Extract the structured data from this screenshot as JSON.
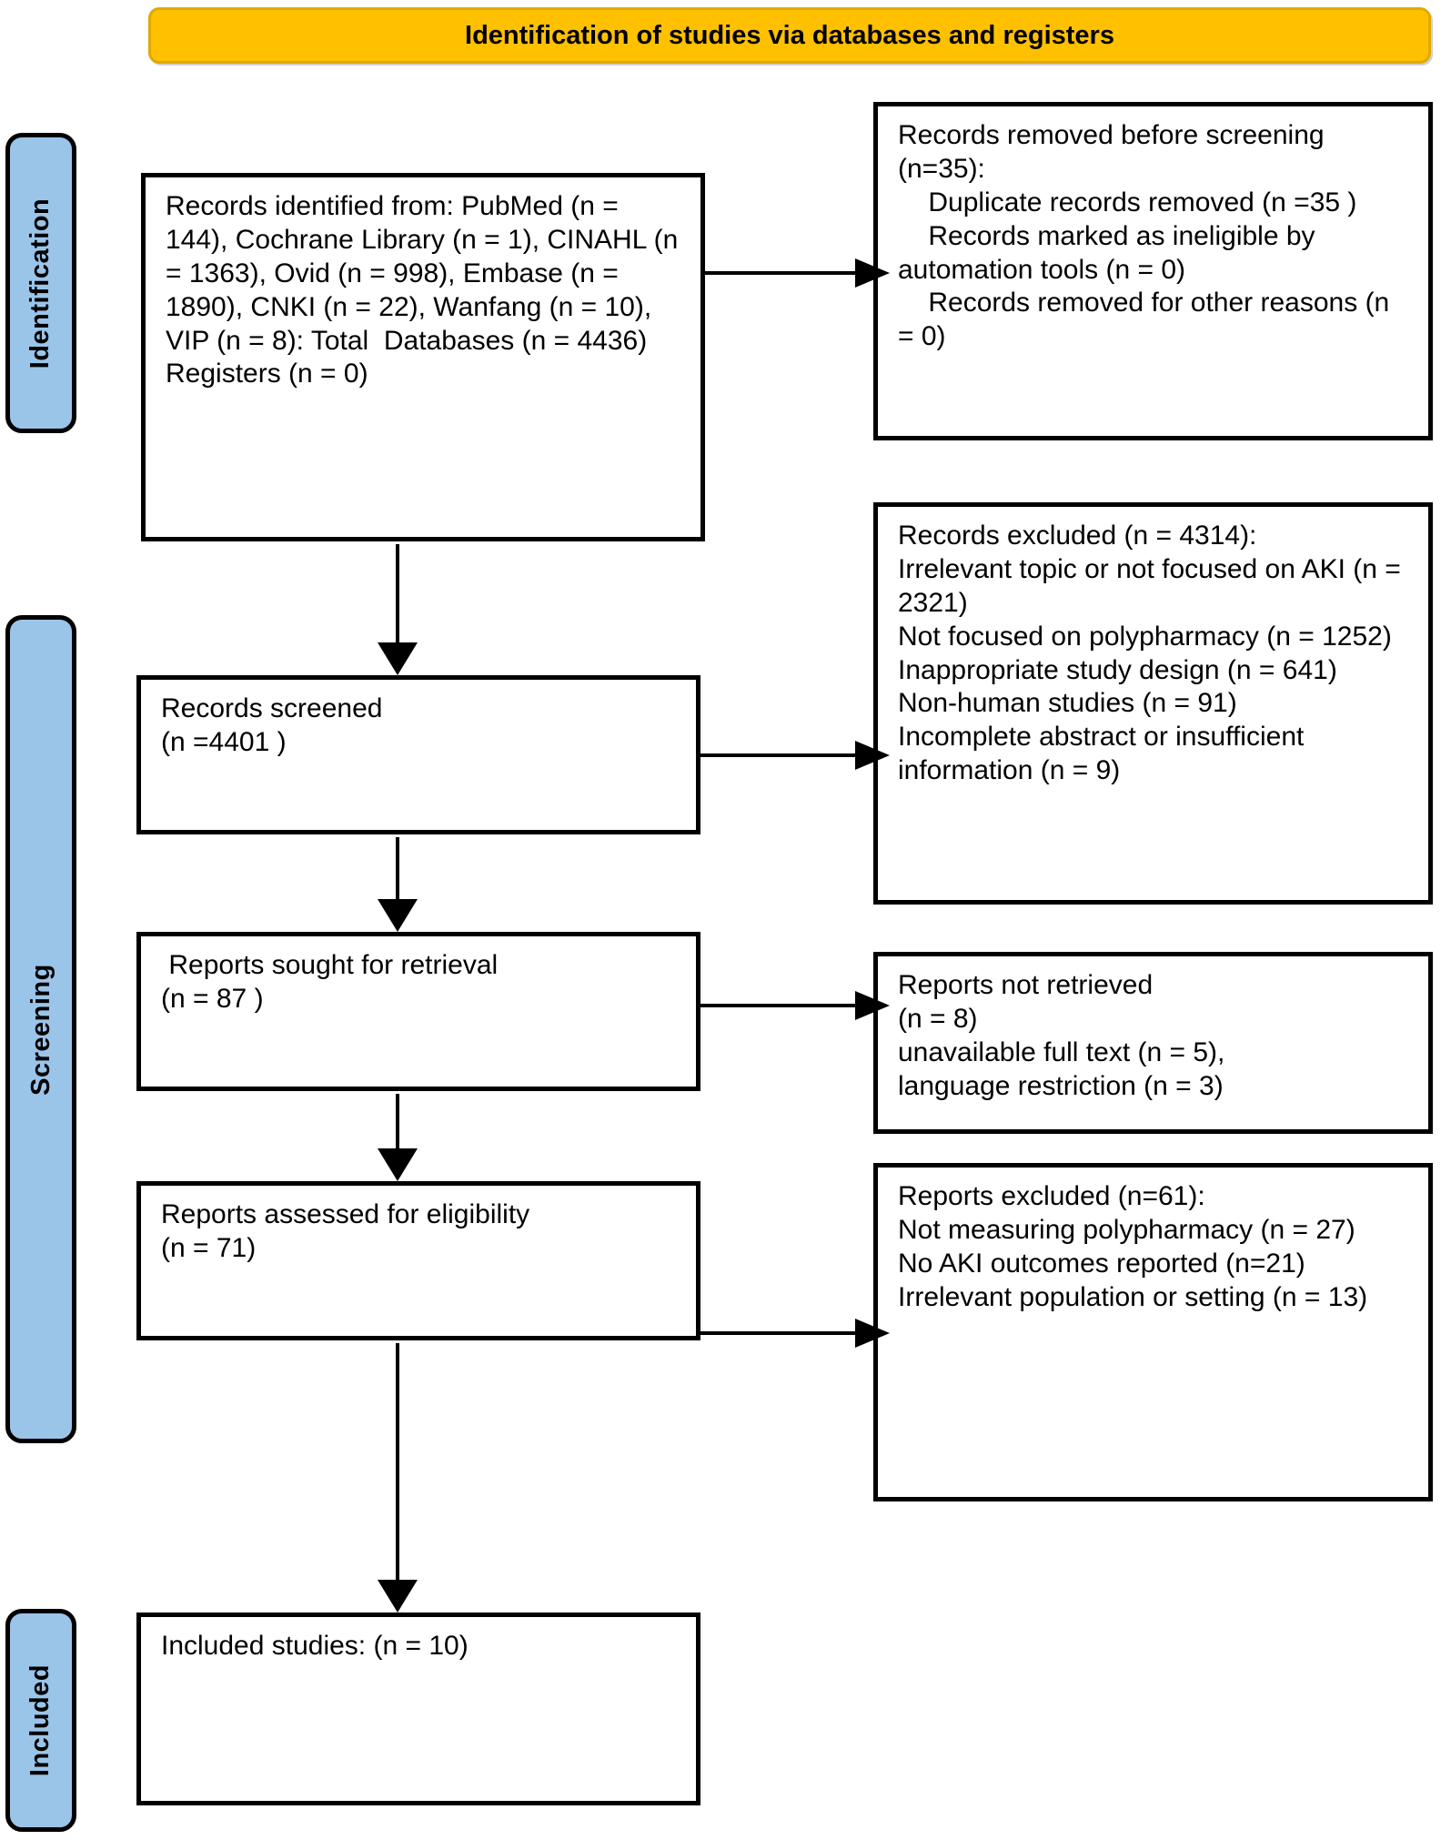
{
  "header": {
    "title": "Identification of studies via databases and registers",
    "banner_color": "#FFC000"
  },
  "phases": {
    "band_color": "#9BC4E9",
    "items": [
      {
        "id": "identification",
        "label": "Identification"
      },
      {
        "id": "screening",
        "label": "Screening"
      },
      {
        "id": "included",
        "label": "Included"
      }
    ]
  },
  "boxes": {
    "identified": {
      "text": "Records identified from: PubMed (n = 144), Cochrane Library (n = 1), CINAHL (n = 1363), Ovid (n = 998), Embase (n = 1890), CNKI (n = 22), Wanfang (n = 10), VIP (n = 8): Total  Databases (n = 4436)\nRegisters (n = 0)"
    },
    "removed": {
      "text": "Records removed before screening (n=35):\n    Duplicate records removed (n =35 )\n    Records marked as ineligible by automation tools (n = 0)\n    Records removed for other reasons (n = 0)"
    },
    "screened": {
      "text": "Records screened\n(n =4401 )"
    },
    "excluded_records": {
      "text": "Records excluded (n = 4314):\nIrrelevant topic or not focused on AKI (n = 2321)\nNot focused on polypharmacy (n = 1252)\nInappropriate study design (n = 641)\nNon-human studies (n = 91)\nIncomplete abstract or insufficient information (n = 9)"
    },
    "sought": {
      "text": " Reports sought for retrieval\n(n = 87 )"
    },
    "not_retrieved": {
      "text": "Reports not retrieved\n(n = 8)\nunavailable full text (n = 5),\nlanguage restriction (n = 3)"
    },
    "assessed": {
      "text": "Reports assessed for eligibility\n(n = 71)"
    },
    "excluded_reports": {
      "text": "Reports excluded (n=61):\nNot measuring polypharmacy (n = 27)\nNo AKI outcomes reported (n=21)\nIrrelevant population or setting (n = 13)"
    },
    "included": {
      "text": "Included studies: (n = 10)"
    }
  },
  "flow_counts": {
    "databases_total": 4436,
    "registers": 0,
    "removed_before_screening": 35,
    "duplicates_removed": 35,
    "ineligible_automation": 0,
    "removed_other": 0,
    "records_screened": 4401,
    "records_excluded": 4314,
    "reports_sought": 87,
    "reports_not_retrieved": 8,
    "reports_assessed": 71,
    "reports_excluded": 61,
    "included_studies": 10
  }
}
